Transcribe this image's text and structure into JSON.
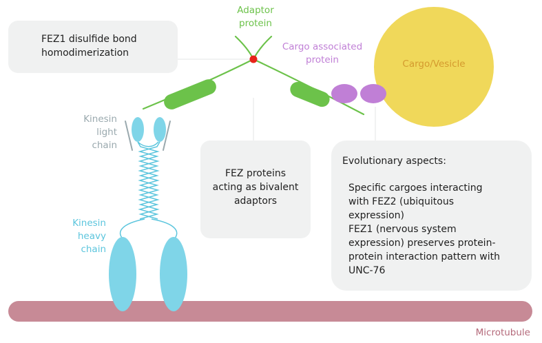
{
  "colors": {
    "adaptor": "#6cc24a",
    "cargo_protein": "#c07fd6",
    "cargo_vesicle": "#f0d85a",
    "cargo_text": "#d49a2e",
    "kinesin_light": "#9aa9ae",
    "kinesin_heavy": "#5bc5dd",
    "kinesin_fill": "#7fd5e8",
    "microtubule": "#c78a96",
    "microtubule_text": "#b4697a",
    "disulfide": "#e8231a",
    "box_bg": "#f0f1f1"
  },
  "labels": {
    "adaptor": "Adaptor\nprotein",
    "cargo_protein": "Cargo associated\nprotein",
    "cargo_vesicle": "Cargo/Vesicle",
    "kinesin_light": "Kinesin\nlight\nchain",
    "kinesin_heavy": "Kinesin\nheavy\nchain",
    "microtubule": "Microtubule"
  },
  "boxes": {
    "fez1": "FEZ1 disulfide bond\nhomodimerization",
    "bivalent": "FEZ proteins\nacting as bivalent\nadaptors",
    "evo_title": "Evolutionary aspects:",
    "evo_text1": "Specific cargoes interacting\nwith FEZ2 (ubiquitous\nexpression)",
    "evo_text2": "FEZ1 (nervous system\nexpression) preserves protein-\nprotein interaction pattern with\nUNC-76"
  }
}
